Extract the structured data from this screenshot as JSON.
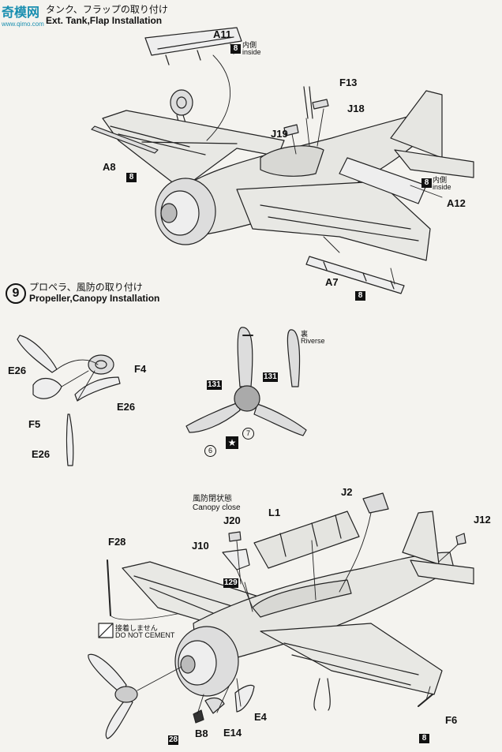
{
  "watermark": {
    "brand": "奇模网",
    "url": "www.qimo.com"
  },
  "step8": {
    "title_jp": "タンク、フラップの取り付け",
    "title_en": "Ext. Tank,Flap Installation",
    "parts": [
      "A11",
      "F13",
      "J18",
      "J19",
      "A8",
      "A12",
      "A7"
    ],
    "paints": {
      "a11": "8",
      "a8": "8",
      "a12": "8",
      "a7": "8"
    },
    "inside_jp": "内側",
    "inside_en": "inside"
  },
  "step9": {
    "number": "9",
    "title_jp": "プロペラ、風防の取り付け",
    "title_en": "Propeller,Canopy Installation",
    "parts": [
      "E26",
      "F4",
      "E26",
      "F5",
      "E26"
    ],
    "reverse_jp": "裏",
    "reverse_en": "Riverse",
    "paint_blade": "131",
    "paint_blade2": "131",
    "circ_tip": "6",
    "circ_hub": "7"
  },
  "step10": {
    "canopy_jp": "風防閉状態",
    "canopy_en": "Canopy close",
    "parts": [
      "J2",
      "J20",
      "L1",
      "J12",
      "F28",
      "J10",
      "B8",
      "E14",
      "E4",
      "F6"
    ],
    "paint_129": "129",
    "paint_28": "28",
    "paint_f6": "8",
    "no_cement_jp": "接着しません",
    "no_cement_en": "DO NOT CEMENT"
  }
}
